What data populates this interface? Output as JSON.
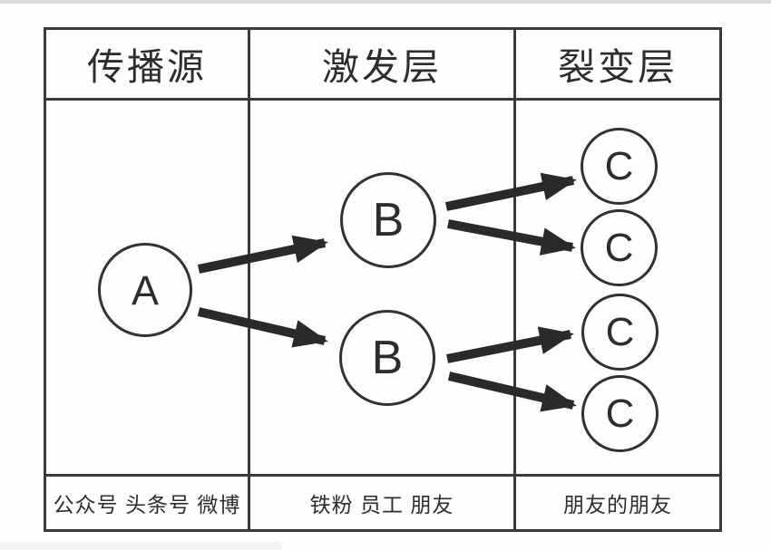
{
  "diagram": {
    "columns": [
      {
        "header": "传播源",
        "footer": "公众号 头条号 微博"
      },
      {
        "header": "激发层",
        "footer": "铁粉 员工 朋友"
      },
      {
        "header": "裂变层",
        "footer": "朋友的朋友"
      }
    ],
    "nodes": {
      "source": {
        "label": "A"
      },
      "activation": [
        {
          "label": "B"
        },
        {
          "label": "B"
        }
      ],
      "fission": [
        {
          "label": "C"
        },
        {
          "label": "C"
        },
        {
          "label": "C"
        },
        {
          "label": "C"
        }
      ]
    },
    "edges": [
      {
        "from": "A",
        "to": "B1"
      },
      {
        "from": "A",
        "to": "B2"
      },
      {
        "from": "B1",
        "to": "C1"
      },
      {
        "from": "B1",
        "to": "C2"
      },
      {
        "from": "B2",
        "to": "C3"
      },
      {
        "from": "B2",
        "to": "C4"
      }
    ],
    "colors": {
      "grid_line": "#3b3a38",
      "arrow": "#2b2a29",
      "node_border": "#34322f",
      "text": "#2e2d2c",
      "background": "#fefefe"
    }
  }
}
